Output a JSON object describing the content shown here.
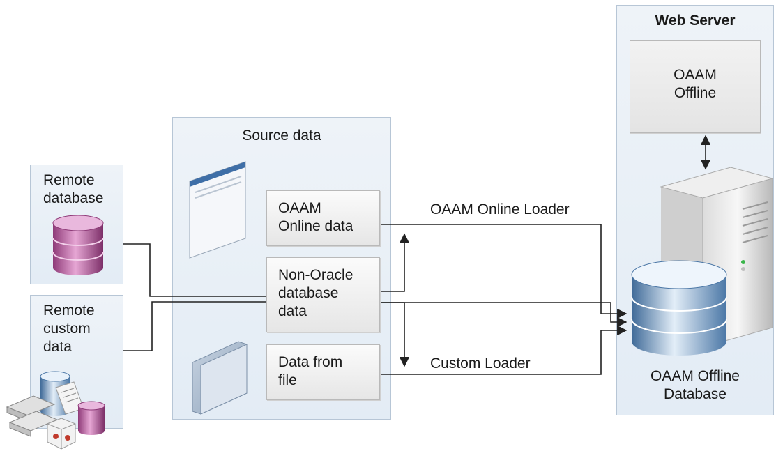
{
  "remote_database": {
    "label": "Remote\ndatabase"
  },
  "remote_custom_data": {
    "label": "Remote\ncustom\ndata"
  },
  "source_data": {
    "title": "Source data",
    "items": [
      {
        "label": "OAAM\nOnline data"
      },
      {
        "label": "Non-Oracle\ndatabase\ndata"
      },
      {
        "label": "Data from\nfile"
      }
    ]
  },
  "loaders": {
    "online": "OAAM Online Loader",
    "custom": "Custom Loader"
  },
  "web_server": {
    "title": "Web Server",
    "offline": "OAAM\nOffline",
    "database": "OAAM Offline\nDatabase"
  },
  "colors": {
    "panel_fill": "#e6eef6",
    "panel_border": "#b7c6d6",
    "db_pink": "#b8559a",
    "db_blue": "#5f88b5",
    "line": "#222222"
  }
}
